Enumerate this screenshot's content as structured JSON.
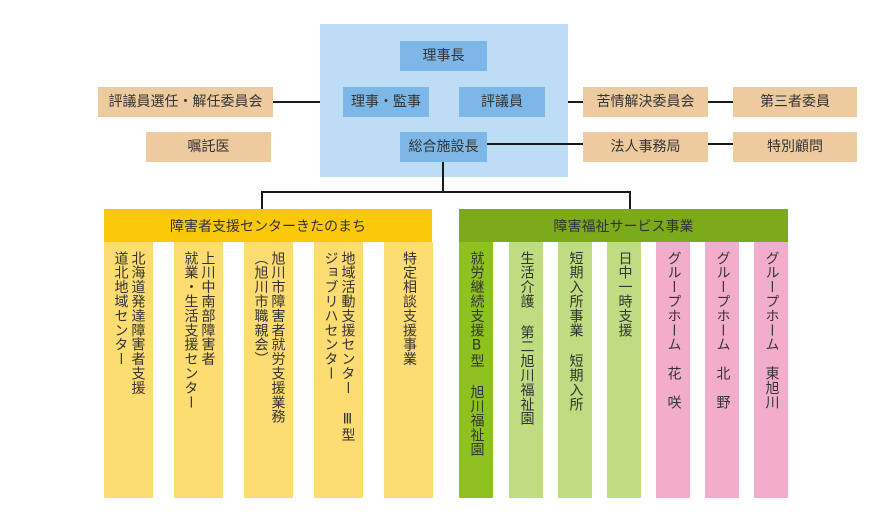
{
  "colors": {
    "panel": "#BDDDF4",
    "board_box": "#7DB7E7",
    "committee_box": "#EECA9F",
    "connector": "#1a1a1a",
    "division_kitanomachi": "#FCC80A",
    "division_kitanomachi_unit": "#FDDC72",
    "division_welfare": "#7BAA1B",
    "welfare_unit_primary": "#8DC21F",
    "welfare_unit_secondary": "#BEDC82",
    "group_home_unit": "#F2ACCC"
  },
  "board": {
    "chairman": "理事長",
    "directors_auditors": "理事・監事",
    "councilors": "評議員",
    "director_general": "総合施設長"
  },
  "left_committees": {
    "councilor_selection": "評議員選任・解任委員会",
    "physician": "嘱託医"
  },
  "right_committees": {
    "complaint_committee": "苦情解決委員会",
    "third_party": "第三者委員",
    "secretariat": "法人事務局",
    "special_advisor": "特別顧問"
  },
  "divisions": [
    {
      "name": "障害者支援センターきたのまち",
      "units": [
        {
          "lines": [
            "北海道発達障害者支援",
            "道北地域センター"
          ]
        },
        {
          "lines": [
            "上川中南部障害者",
            "就業・生活支援センター"
          ]
        },
        {
          "lines": [
            "旭川市障害者就労支援業務",
            "（旭川市職親会）"
          ]
        },
        {
          "lines": [
            "地域活動支援センター Ⅲ型",
            "ジョブリハセンター"
          ]
        },
        {
          "lines": [
            "特定相談支援事業"
          ]
        }
      ]
    },
    {
      "name": "障害福祉サービス事業",
      "units": [
        {
          "lines": [
            "就労継続支援B型 旭川福祉園"
          ]
        },
        {
          "lines": [
            "生活介護 第二旭川福祉園"
          ]
        },
        {
          "lines": [
            "短期入所事業 短期入所"
          ]
        },
        {
          "lines": [
            "日中一時支援"
          ]
        },
        {
          "lines": [
            "グループホーム　花　咲"
          ]
        },
        {
          "lines": [
            "グループホーム　北　野"
          ]
        },
        {
          "lines": [
            "グループホーム　東旭川"
          ]
        }
      ]
    }
  ]
}
